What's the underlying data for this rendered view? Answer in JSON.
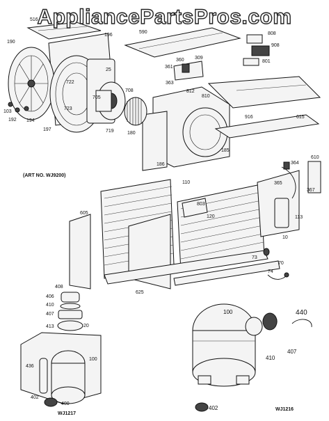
{
  "watermark": "AppliancePartsPros.com",
  "art_no": "(ART NO. WJ9200)",
  "captions": {
    "left_compressor": "WJ1217",
    "right_compressor": "WJ1216"
  },
  "labels": {
    "l516": "516",
    "l590": "590",
    "l196": "196",
    "l190": "190",
    "l808": "808",
    "l908": "908",
    "l801": "801",
    "l25": "25",
    "l360": "360",
    "l309": "309",
    "l361": "361",
    "l363": "363",
    "l722": "722",
    "l723": "723",
    "l705": "705",
    "l708": "708",
    "l812": "812",
    "l810": "810",
    "l103": "103",
    "l192": "192",
    "l194": "194",
    "l197": "197",
    "l719": "719",
    "l180": "180",
    "l916": "916",
    "l615": "615",
    "l185": "185",
    "l186": "186",
    "l110": "110",
    "l803": "803",
    "l120": "120",
    "l605": "605",
    "l625": "625",
    "l610": "610",
    "l364": "364",
    "l365": "365",
    "l367": "367",
    "l113": "113",
    "l10": "10",
    "l70": "70",
    "l73": "73",
    "l74": "74",
    "l408": "408",
    "l406": "406",
    "l410": "410",
    "l407": "407",
    "l413": "413",
    "l20": "20",
    "l436": "436",
    "l100a": "100",
    "l402a": "402",
    "l400": "400",
    "l100b": "100",
    "l440": "440",
    "l410b": "410",
    "l407b": "407",
    "l402b": "402"
  }
}
